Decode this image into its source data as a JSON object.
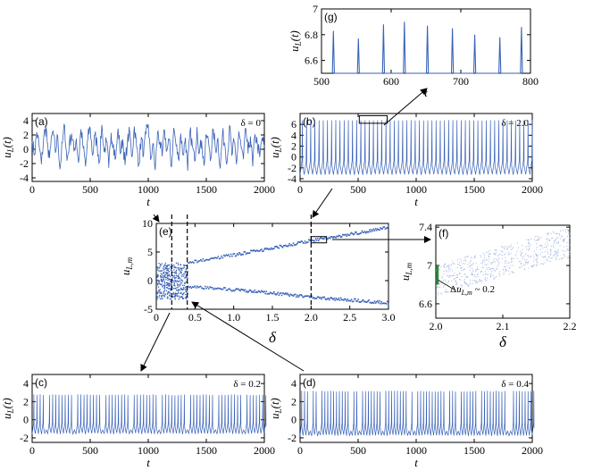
{
  "colors": {
    "series": "#3a63b8",
    "axis": "#000000",
    "marker": "#000000"
  },
  "chart_data": [
    {
      "id": "a",
      "type": "line",
      "panel_label": "(a)",
      "annotation": "δ = 0",
      "xlabel": "t",
      "ylabel": "u_L(t)",
      "xlim": [
        0,
        2000
      ],
      "ylim": [
        -4.5,
        5
      ],
      "xticks": [
        "0",
        "500",
        "1000",
        "1500",
        "2000"
      ],
      "yticks": [
        "-4",
        "-2",
        "0",
        "2",
        "4"
      ],
      "x": [
        0,
        20,
        40,
        60,
        80,
        100,
        120,
        140,
        160,
        180,
        200,
        220,
        240,
        260,
        280,
        300,
        320,
        340,
        360,
        380,
        400,
        420,
        440,
        460,
        480,
        500,
        520,
        540,
        560,
        580,
        600,
        620,
        640,
        660,
        680,
        700,
        720,
        740,
        760,
        780,
        800,
        820,
        840,
        860,
        880,
        900,
        920,
        940,
        960,
        980,
        1000,
        1020,
        1040,
        1060,
        1080,
        1100,
        1120,
        1140,
        1160,
        1180,
        1200,
        1220,
        1240,
        1260,
        1280,
        1300,
        1320,
        1340,
        1360,
        1380,
        1400,
        1420,
        1440,
        1460,
        1480,
        1500,
        1520,
        1540,
        1560,
        1580,
        1600,
        1620,
        1640,
        1660,
        1680,
        1700,
        1720,
        1740,
        1760,
        1780,
        1800,
        1820,
        1840,
        1860,
        1880,
        1900,
        1920,
        1940,
        1960,
        1980,
        2000
      ],
      "values": [
        1.2,
        -0.8,
        2.4,
        0.5,
        -2.1,
        1.8,
        3.1,
        -1.2,
        0.4,
        2.6,
        -0.5,
        1.9,
        -2.8,
        0.9,
        3.3,
        -1.6,
        0.8,
        2.2,
        -0.3,
        1.5,
        -1.9,
        2.8,
        0.2,
        -2.4,
        1.6,
        3.0,
        -0.9,
        2.0,
        0.6,
        -1.8,
        3.4,
        -0.4,
        1.1,
        -2.6,
        2.3,
        0.7,
        -1.3,
        2.9,
        -0.6,
        1.4,
        -2.2,
        0.9,
        2.5,
        -1.1,
        3.2,
        0.3,
        -2.0,
        1.7,
        -0.7,
        2.1,
        3.5,
        -1.5,
        0.8,
        -2.9,
        2.4,
        1.0,
        -1.0,
        2.7,
        -0.2,
        1.3,
        -2.5,
        3.0,
        0.5,
        -1.4,
        2.2,
        -0.8,
        1.6,
        -3.0,
        2.6,
        0.4,
        -1.7,
        3.1,
        -0.5,
        1.2,
        -2.3,
        2.0,
        0.9,
        -1.2,
        2.8,
        -0.1,
        1.5,
        -2.7,
        2.3,
        0.6,
        -1.6,
        3.3,
        -0.9,
        1.0,
        -2.1,
        2.5,
        0.2,
        -1.4,
        2.9,
        -0.6,
        1.8,
        -2.4,
        2.1,
        0.7,
        -1.1,
        1.6,
        0.3
      ]
    },
    {
      "id": "b",
      "type": "line",
      "panel_label": "(b)",
      "annotation": "δ = 2.0",
      "xlabel": "t",
      "ylabel": "u_L(t)",
      "xlim": [
        0,
        2000
      ],
      "ylim": [
        -4.5,
        8
      ],
      "xticks": [
        "0",
        "500",
        "1000",
        "1500",
        "2000"
      ],
      "yticks": [
        "-4",
        "-2",
        "0",
        "2",
        "4",
        "6"
      ],
      "period": 36,
      "max": 6.8,
      "min": -3.3,
      "inset_box_x": [
        510,
        750
      ]
    },
    {
      "id": "c",
      "type": "line",
      "panel_label": "(c)",
      "annotation": "δ = 0.2",
      "xlabel": "t",
      "ylabel": "u_L(t)",
      "xlim": [
        0,
        2000
      ],
      "ylim": [
        -2.5,
        5
      ],
      "xticks": [
        "0",
        "500",
        "1000",
        "1500",
        "2000"
      ],
      "yticks": [
        "-2",
        "0",
        "2",
        "4"
      ],
      "period": 27,
      "max": 2.8,
      "min": -1.6
    },
    {
      "id": "d",
      "type": "line",
      "panel_label": "(d)",
      "annotation": "δ = 0.4",
      "xlabel": "t",
      "ylabel": "u_L(t)",
      "xlim": [
        0,
        2000
      ],
      "ylim": [
        -2.5,
        5
      ],
      "xticks": [
        "0",
        "500",
        "1000",
        "1500",
        "2000"
      ],
      "yticks": [
        "-2",
        "0",
        "2",
        "4"
      ],
      "period": 25,
      "max": 3.2,
      "min": -1.8
    },
    {
      "id": "e",
      "type": "scatter",
      "panel_label": "(e)",
      "xlabel": "δ",
      "ylabel": "u_L,m",
      "xlim": [
        0,
        3
      ],
      "ylim": [
        -5,
        10
      ],
      "xticks": [
        "0",
        "0.5",
        "1.0",
        "1.5",
        "2.0",
        "2.5",
        "3.0"
      ],
      "yticks": [
        "-5",
        "0",
        "5",
        "10"
      ],
      "dashed_x": [
        0.2,
        0.4,
        2.0
      ],
      "upper_branch": {
        "x": [
          0.4,
          1.0,
          1.5,
          2.0,
          2.5,
          3.0
        ],
        "y": [
          3.1,
          4.5,
          5.7,
          7.0,
          8.1,
          9.3
        ]
      },
      "lower_branch": {
        "x": [
          0.4,
          1.0,
          1.5,
          2.0,
          2.5,
          3.0
        ],
        "y": [
          -1.0,
          -1.6,
          -2.2,
          -2.9,
          -3.4,
          -3.9
        ]
      },
      "chaotic_band": {
        "x": [
          0,
          0.4
        ],
        "y": [
          -3.2,
          3.2
        ]
      },
      "zoom_box": {
        "x": [
          2.0,
          2.2
        ],
        "y": [
          6.6,
          7.4
        ]
      }
    },
    {
      "id": "f",
      "type": "scatter",
      "panel_label": "(f)",
      "xlabel": "δ",
      "ylabel": "u_L,m",
      "xlim": [
        2.0,
        2.2
      ],
      "ylim": [
        6.45,
        7.42
      ],
      "xticks": [
        "2.0",
        "2.1",
        "2.2"
      ],
      "yticks": [
        "6.6",
        "7",
        "7.4"
      ],
      "trend": {
        "x": [
          2.0,
          2.05,
          2.1,
          2.15,
          2.2
        ],
        "y": [
          6.85,
          6.95,
          7.05,
          7.15,
          7.25
        ]
      },
      "spread": 0.2,
      "annotation": "Δu_L,m ~ 0.2"
    },
    {
      "id": "g",
      "type": "line",
      "panel_label": "(g)",
      "xlabel": "t",
      "ylabel": "u_L(t)",
      "xlim": [
        500,
        800
      ],
      "ylim": [
        6.5,
        7
      ],
      "xticks": [
        "500",
        "600",
        "700",
        "800"
      ],
      "yticks": [
        "6.6",
        "6.8",
        "7"
      ],
      "peaks": {
        "x": [
          517,
          553,
          589,
          619,
          652,
          688,
          720,
          756,
          787
        ],
        "y": [
          6.83,
          6.77,
          6.88,
          6.9,
          6.87,
          6.85,
          6.8,
          6.78,
          6.86
        ]
      }
    }
  ]
}
